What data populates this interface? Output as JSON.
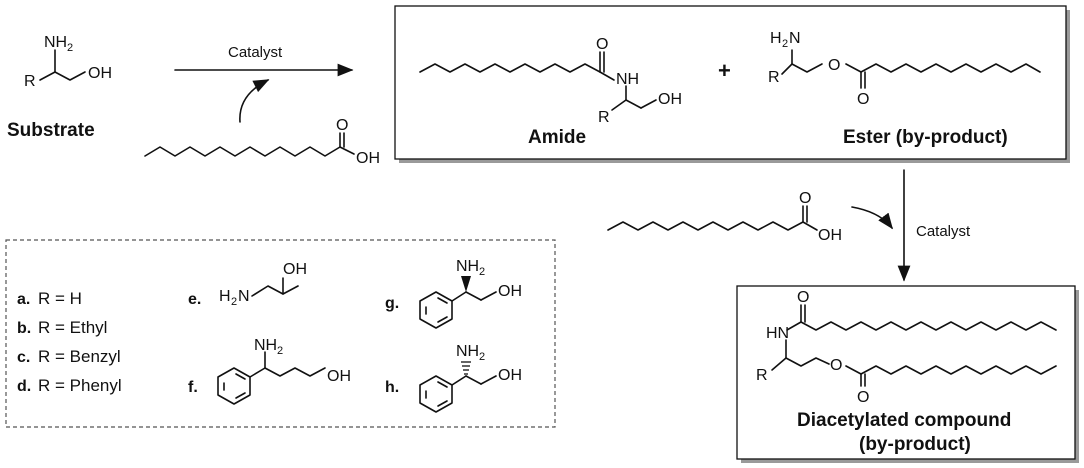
{
  "substrate": {
    "amine": "NH",
    "amine_sub": "2",
    "r": "R",
    "hydroxyl": "OH",
    "label": "Substrate"
  },
  "reaction1": {
    "catalyst": "Catalyst",
    "acid_o": "O",
    "acid_oh": "OH"
  },
  "products": {
    "amide_o": "O",
    "amide_nh": "NH",
    "amide_r": "R",
    "amide_oh": "OH",
    "plus": "+",
    "ester_amine": "H",
    "ester_amine_sub": "2",
    "ester_amine_n": "N",
    "ester_r": "R",
    "ester_o": "O",
    "ester_o2": "O",
    "amide_label": "Amide",
    "ester_label": "Ester (by-product)"
  },
  "reaction2": {
    "catalyst": "Catalyst",
    "acid_o": "O",
    "acid_oh": "OH"
  },
  "legend": {
    "items": [
      {
        "key": "a.",
        "text": "R = H"
      },
      {
        "key": "b.",
        "text": "R = Ethyl"
      },
      {
        "key": "c.",
        "text": "R = Benzyl"
      },
      {
        "key": "d.",
        "text": "R = Phenyl"
      }
    ],
    "e_key": "e.",
    "e_oh": "OH",
    "e_amine": "H",
    "e_amine_sub": "2",
    "e_amine_n": "N",
    "f_key": "f.",
    "f_amine": "NH",
    "f_amine_sub": "2",
    "f_oh": "OH",
    "g_key": "g.",
    "g_amine": "NH",
    "g_amine_sub": "2",
    "g_oh": "OH",
    "h_key": "h.",
    "h_amine": "NH",
    "h_amine_sub": "2",
    "h_oh": "OH"
  },
  "diacyl": {
    "o_top": "O",
    "hn": "HN",
    "r": "R",
    "o_ester": "O",
    "o_carbonyl": "O",
    "label_line1": "Diacetylated compound",
    "label_line2": "(by-product)"
  }
}
